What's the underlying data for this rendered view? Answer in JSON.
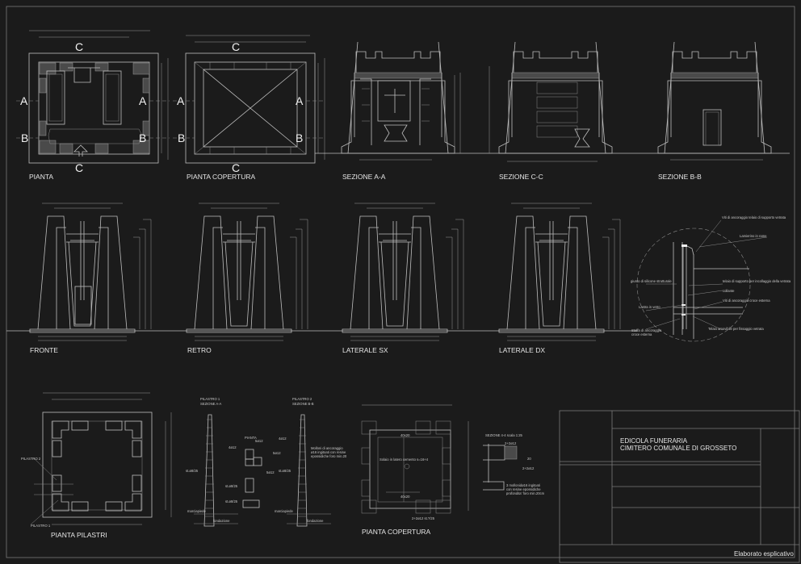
{
  "drawing": {
    "views": {
      "pianta": "PIANTA",
      "pianta_copertura_top": "PIANTA COPERTURA",
      "sezione_aa": "SEZIONE A-A",
      "sezione_cc": "SEZIONE C-C",
      "sezione_bb": "SEZIONE B-B",
      "fronte": "FRONTE",
      "retro": "RETRO",
      "laterale_sx": "LATERALE SX",
      "laterale_dx": "LATERALE DX",
      "pianta_pilastri": "PIANTA PILASTRI",
      "pianta_copertura_bottom": "PIANTA COPERTURA"
    },
    "section_marks": {
      "a": "A",
      "b": "B",
      "c": "C"
    },
    "detail_notes": [
      "Viti di ancoraggio telaio di supporto vetrata",
      "Lamierino in rame",
      "giunto di silicone strutturale",
      "telaio di supporto per incollaggio della vetrata",
      "collante",
      "Viti di ancoraggio croce esterna",
      "Lastra in vetro",
      "Staffa di ancoraggio",
      "croce esterna",
      "Telaio amovibile per fissaggio vetrata"
    ],
    "pilastri": {
      "pilastro1_title": "PILASTRO 1",
      "pilastro1_sub": "SEZIONE A-A",
      "pilastro2_title": "PILASTRO 2",
      "pilastro2_sub": "SEZIONE B-B",
      "pianta": "PIANTA",
      "rebar_4": "4ø12",
      "rebar_5": "5ø12",
      "stirrup": "st.ø8/25",
      "marciapiede": "marciapiede",
      "fondazione": "fondazione",
      "anchor_note_1": "Molloni di ancoraggio",
      "anchor_note_2": "ø16 ingitoati con resine",
      "anchor_note_3": "epossidiche foro min.20",
      "label_pilastro2": "PILASTRO 2",
      "label_pilastro1": "PILASTRO 1"
    },
    "copertura": {
      "beam": "40x20",
      "solaio": "Solaio in latero cemento s=16+4",
      "rebar_note": "2+2ø12 st.?/25",
      "section_title": "SEZIONE 4-4 scala 1:25",
      "rebar_top": "2+2ø12",
      "rebar_bot": "2+2ø12",
      "height": "20",
      "anchor_1": "3 mollonidø16 ingitoati",
      "anchor_2": "con resine epossidiche",
      "anchor_3": "profondita' foro min.20cm"
    },
    "title_block": {
      "line1": "EDICOLA FUNERARIA",
      "line2": "CIMITERO COMUNALE DI GROSSETO",
      "footer": "Elaborato esplicativo"
    }
  }
}
